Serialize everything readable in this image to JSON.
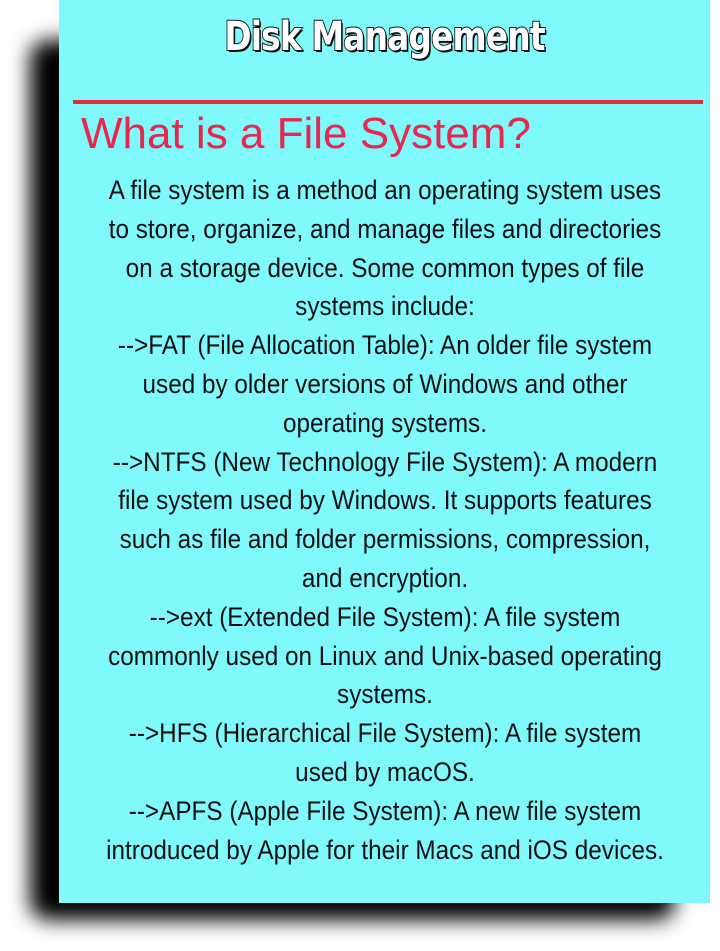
{
  "banner": {
    "title": "Disk Management"
  },
  "section": {
    "heading": "What is a File System?"
  },
  "content": {
    "intro": "A file system is a method an operating system uses to store, organize, and manage files and directories on a storage device. Some common types of file systems include:",
    "items": [
      "-->FAT (File Allocation Table): An older file system used by older versions of Windows and other operating systems.",
      "-->NTFS (New Technology File System): A modern file system used by Windows. It supports features such as file and folder permissions, compression, and encryption.",
      "-->ext (Extended File System): A file system commonly used on Linux and Unix-based operating systems.",
      "-->HFS (Hierarchical File System): A file system used by macOS.",
      "-->APFS (Apple File System): A new file system introduced by Apple for their Macs and iOS devices."
    ]
  },
  "colors": {
    "card_background": "#7ff9fb",
    "divider": "#e03036",
    "heading": "#e8264e",
    "shadow": "#000000"
  }
}
